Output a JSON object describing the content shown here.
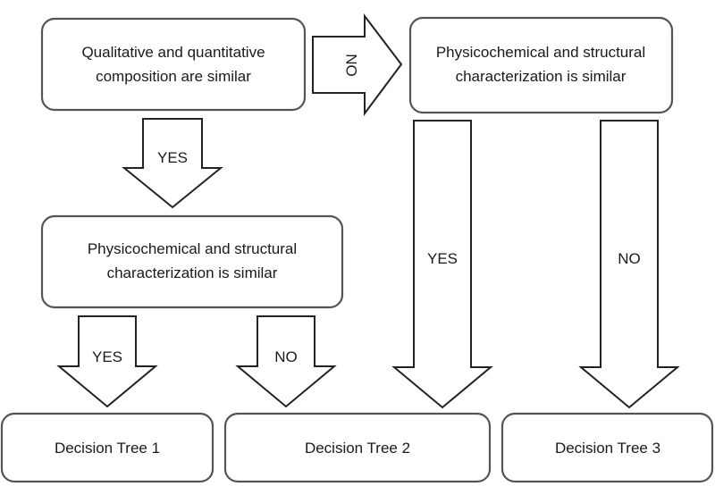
{
  "nodes": {
    "start": {
      "line1": "Qualitative and quantitative",
      "line2": "composition are similar"
    },
    "physchem_left": {
      "line1": "Physicochemical and structural",
      "line2": "characterization is similar"
    },
    "physchem_right": {
      "line1": "Physicochemical and structural",
      "line2": "characterization is similar"
    },
    "tree1": {
      "label": "Decision Tree 1"
    },
    "tree2": {
      "label": "Decision Tree 2"
    },
    "tree3": {
      "label": "Decision Tree 3"
    }
  },
  "edges": {
    "start_yes": "YES",
    "start_no": "NO",
    "left_yes": "YES",
    "left_no": "NO",
    "right_yes": "YES",
    "right_no": "NO"
  }
}
